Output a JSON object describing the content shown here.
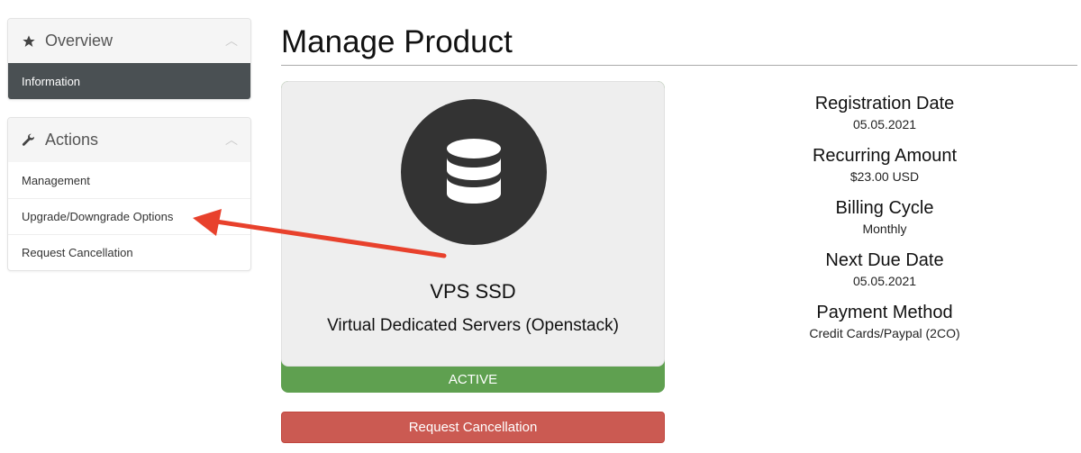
{
  "sidebar": {
    "overview": {
      "title": "Overview",
      "items": [
        {
          "label": "Information",
          "active": true
        }
      ]
    },
    "actions": {
      "title": "Actions",
      "items": [
        {
          "label": "Management"
        },
        {
          "label": "Upgrade/Downgrade Options"
        },
        {
          "label": "Request Cancellation"
        }
      ]
    }
  },
  "main": {
    "title": "Manage Product",
    "product": {
      "name": "VPS SSD",
      "group": "Virtual Dedicated Servers (Openstack)",
      "status": "ACTIVE"
    },
    "cancel_button": "Request Cancellation",
    "details": [
      {
        "label": "Registration Date",
        "value": "05.05.2021"
      },
      {
        "label": "Recurring Amount",
        "value": "$23.00 USD"
      },
      {
        "label": "Billing Cycle",
        "value": "Monthly"
      },
      {
        "label": "Next Due Date",
        "value": "05.05.2021"
      },
      {
        "label": "Payment Method",
        "value": "Credit Cards/Paypal (2CO)"
      }
    ]
  },
  "colors": {
    "active": "#5fa050",
    "danger": "#cb5a52",
    "annotation": "#e8412c",
    "sidebar_active": "#4a5053"
  }
}
